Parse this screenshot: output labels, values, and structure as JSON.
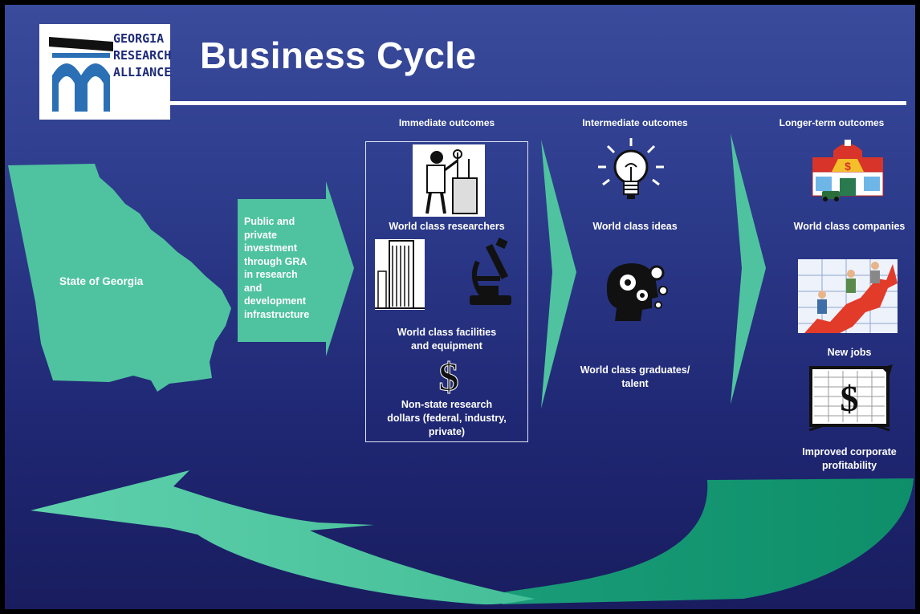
{
  "title": "Business Cycle",
  "logo": {
    "line1": "GEORGIA",
    "line2": "RESEARCH",
    "line3": "ALLIANCE"
  },
  "headers": {
    "immediate": "Immediate outcomes",
    "intermediate": "Intermediate outcomes",
    "longer": "Longer-term outcomes"
  },
  "state": "State of Georgia",
  "investment": [
    "Public and",
    "private",
    "investment",
    "through GRA",
    "in research",
    "and",
    "development",
    "infrastructure"
  ],
  "immediate": {
    "researchers": "World class researchers",
    "facilities": [
      "World class facilities",
      "and equipment"
    ],
    "dollars": [
      "Non-state research",
      "dollars (federal, industry,",
      "private)"
    ]
  },
  "intermediate": {
    "ideas": "World class ideas",
    "graduates": [
      "World class graduates/",
      "talent"
    ]
  },
  "longer": {
    "companies": "World class companies",
    "jobs": "New jobs",
    "profitability": [
      "Improved corporate",
      "profitability"
    ]
  },
  "colors": {
    "green": "#4fc3a0",
    "green_dark": "#2aa985",
    "background": "#26307f"
  },
  "icons": [
    "scientist-icon",
    "skyscraper-icon",
    "microscope-icon",
    "dollar-icon",
    "lightbulb-icon",
    "head-gears-icon",
    "store-icon",
    "growth-chart-icon",
    "profit-chart-icon"
  ]
}
